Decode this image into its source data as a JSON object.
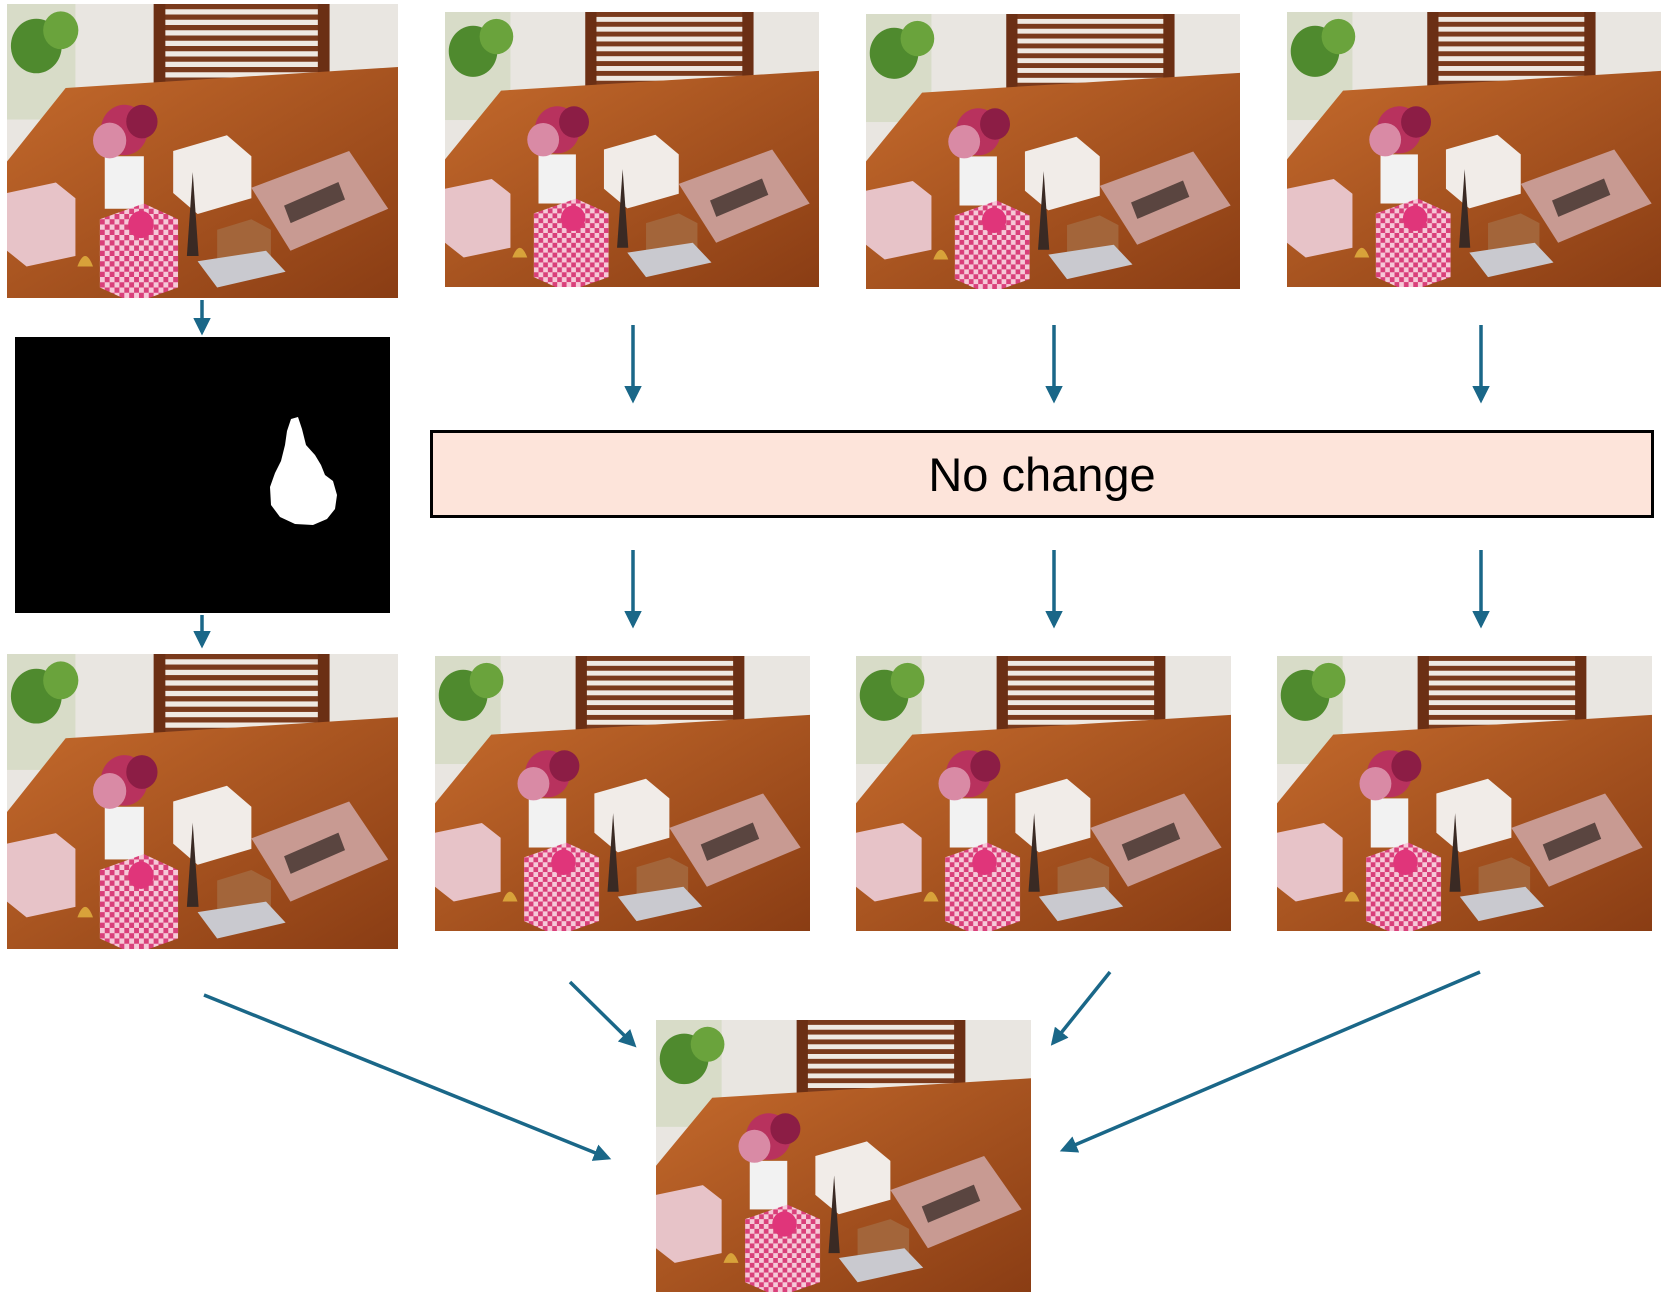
{
  "banner": {
    "label": "No change"
  },
  "colors": {
    "arrow": "#1a6788",
    "banner_fill": "#fde4da",
    "banner_border": "#000000"
  },
  "panels": {
    "input_keyframe": "photo",
    "input_views": [
      "photo",
      "photo",
      "photo"
    ],
    "mask": "binary-mask",
    "output_keyframe": "photo",
    "output_views": [
      "photo",
      "photo",
      "photo"
    ],
    "merged_result": "photo"
  }
}
